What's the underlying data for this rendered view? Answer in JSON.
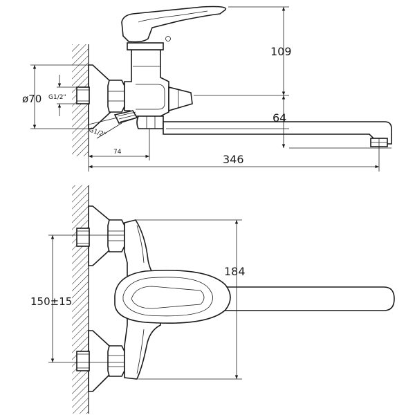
{
  "dimensions": {
    "height_109": "109",
    "diameter_70": "ø70",
    "thread_top": "G1/2\"",
    "height_64": "64",
    "thread_angled": "G1/2\"",
    "offset_74": "74",
    "length_346": "346",
    "length_184": "184",
    "centers_150": "150±15"
  },
  "colors": {
    "line": "#1a1a1a",
    "background": "#ffffff"
  }
}
